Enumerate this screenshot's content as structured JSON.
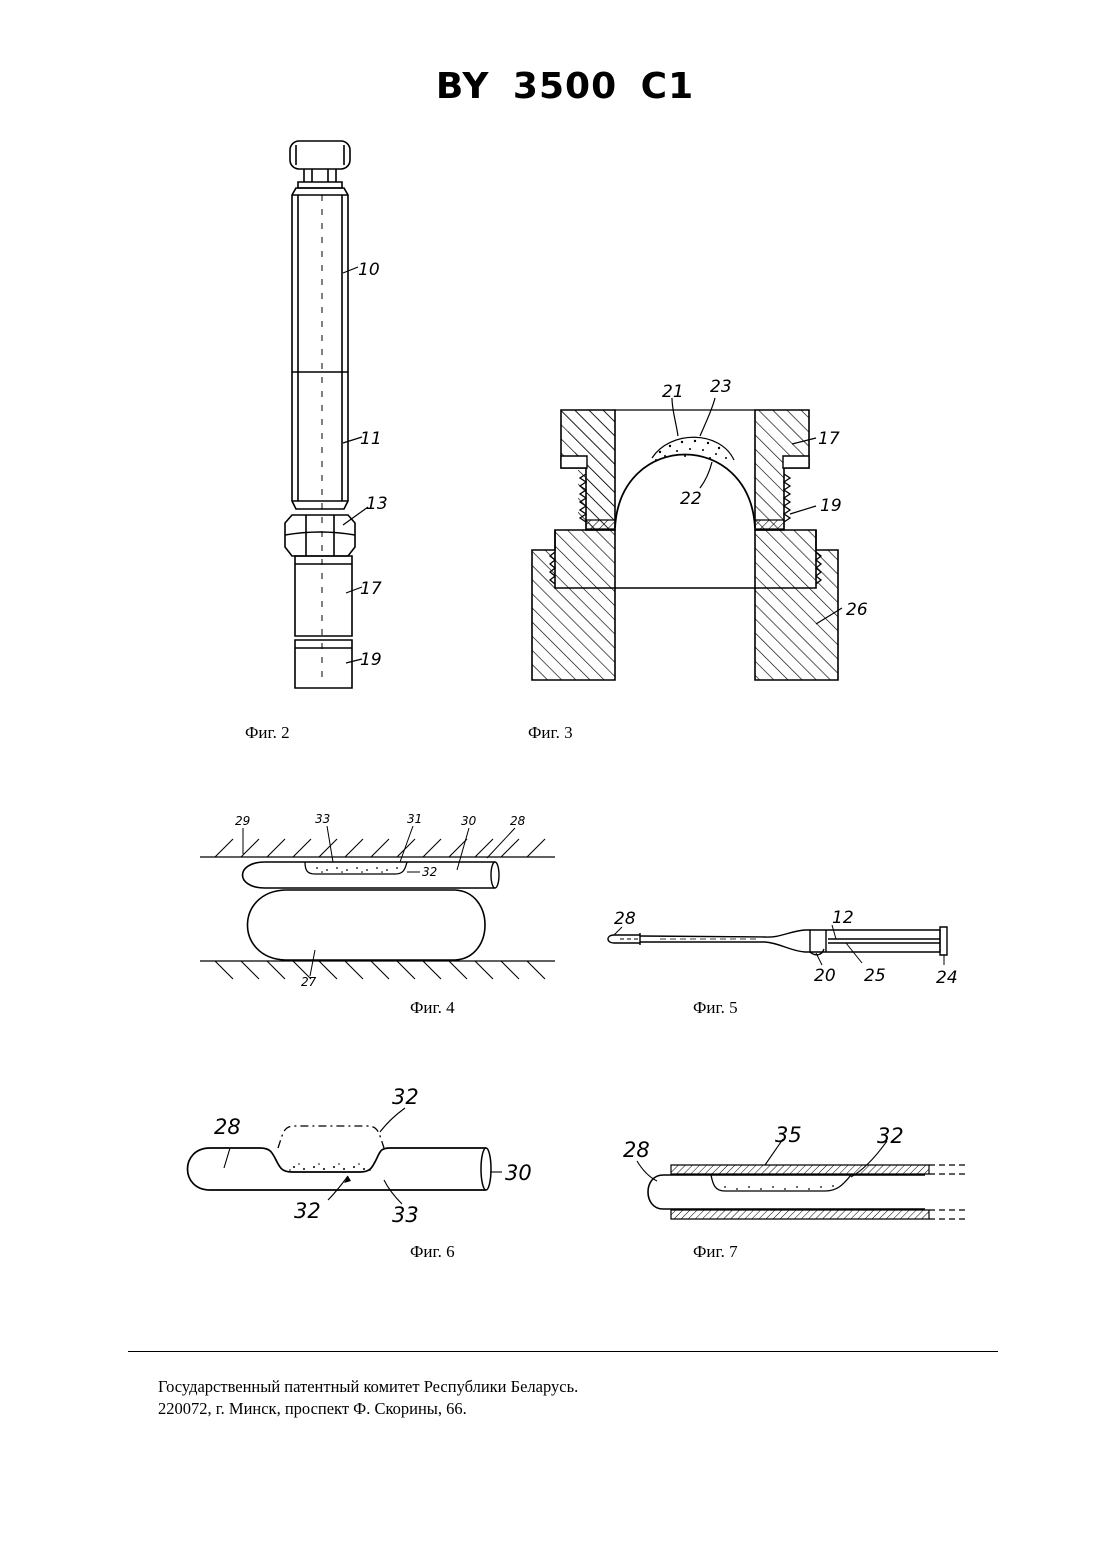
{
  "header": {
    "title": "BY 3500 C1"
  },
  "figures": [
    {
      "caption": "Фиг. 2",
      "labels": [
        "10",
        "11",
        "13",
        "17",
        "19"
      ]
    },
    {
      "caption": "Фиг. 3",
      "labels": [
        "21",
        "23",
        "17",
        "22",
        "19",
        "26"
      ]
    },
    {
      "caption": "Фиг. 4",
      "labels": [
        "29",
        "33",
        "31",
        "30",
        "28",
        "32",
        "27"
      ]
    },
    {
      "caption": "Фиг. 5",
      "labels": [
        "28",
        "12",
        "20",
        "25",
        "24"
      ]
    },
    {
      "caption": "Фиг. 6",
      "labels": [
        "28",
        "32",
        "30",
        "32",
        "33"
      ]
    },
    {
      "caption": "Фиг. 7",
      "labels": [
        "28",
        "35",
        "32"
      ]
    }
  ],
  "footer": {
    "line1": "Государственный патентный комитет Республики Беларусь.",
    "line2": "220072, г. Минск, проспект Ф. Скорины, 66."
  }
}
